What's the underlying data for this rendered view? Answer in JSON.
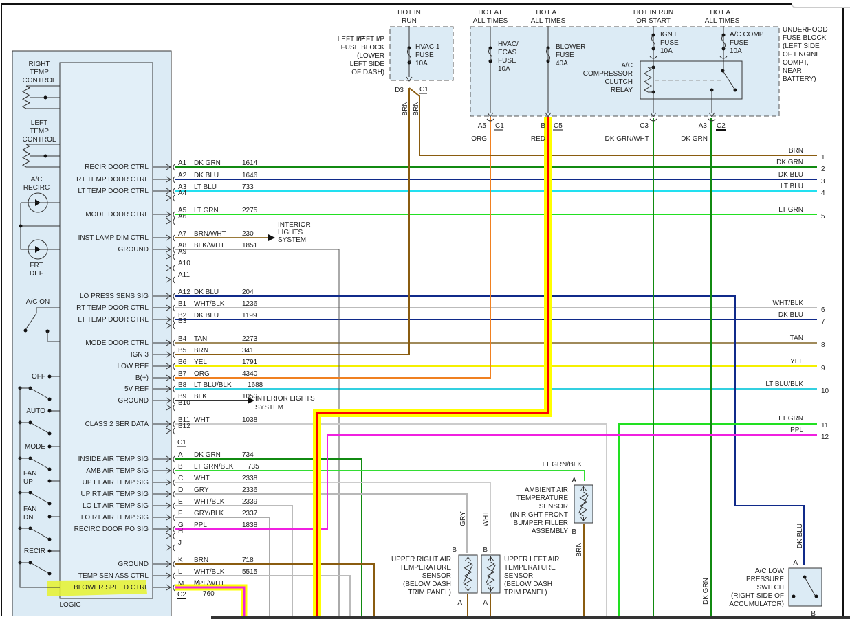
{
  "module": {
    "logic_label": "LOGIC",
    "controls": [
      {
        "id": "right-temp-control",
        "label": [
          "RIGHT",
          "TEMP",
          "CONTROL"
        ]
      },
      {
        "id": "left-temp-control",
        "label": [
          "LEFT",
          "TEMP",
          "CONTROL"
        ]
      },
      {
        "id": "ac-recirc-led",
        "label": [
          "A/C",
          "RECIRC"
        ]
      },
      {
        "id": "frt-def-led",
        "label": [
          "FRT",
          "DEF"
        ]
      },
      {
        "id": "ac-on-switch",
        "label": [
          "A/C ON"
        ]
      }
    ],
    "switch_labels": [
      "OFF",
      "AUTO",
      "MODE",
      "FAN UP",
      "FAN DN",
      "RECIR"
    ],
    "highlight_color": "#e6f23a"
  },
  "connector_a": {
    "pins": [
      {
        "pin": "A1",
        "signal": "RECIR DOOR CTRL",
        "color": "DK GRN",
        "circuit": "1614",
        "hex": "#118a11",
        "end": "2",
        "endlabel": "DK GRN"
      },
      {
        "pin": "A2",
        "signal": "RT TEMP DOOR CTRL",
        "color": "DK BLU",
        "circuit": "1646",
        "hex": "#102a8a",
        "end": "3",
        "endlabel": "DK BLU"
      },
      {
        "pin": "A3",
        "signal": "LT TEMP DOOR CTRL",
        "color": "LT BLU",
        "circuit": "733",
        "hex": "#22e0f0",
        "end": "4",
        "endlabel": "LT BLU"
      },
      {
        "pin": "A4",
        "signal": "",
        "color": "",
        "circuit": ""
      },
      {
        "pin": "A5",
        "signal": "MODE DOOR CTRL",
        "color": "LT GRN",
        "circuit": "2275",
        "hex": "#22e022",
        "end": "5",
        "endlabel": "LT GRN"
      },
      {
        "pin": "A6",
        "signal": "",
        "color": "",
        "circuit": ""
      },
      {
        "pin": "A7",
        "signal": "INST LAMP DIM CTRL",
        "color": "BRN/WHT",
        "circuit": "230",
        "hex": "#9a7a3a",
        "dest": "INTERIOR LIGHTS SYSTEM"
      },
      {
        "pin": "A8",
        "signal": "GROUND",
        "color": "BLK/WHT",
        "circuit": "1851",
        "hex": "#555555"
      },
      {
        "pin": "A9",
        "signal": "",
        "color": "",
        "circuit": ""
      },
      {
        "pin": "A10",
        "signal": "",
        "color": "",
        "circuit": ""
      },
      {
        "pin": "A11",
        "signal": "",
        "color": "",
        "circuit": ""
      },
      {
        "pin": "A12",
        "signal": "LO PRESS SENS SIG",
        "color": "DK BLU",
        "circuit": "204",
        "hex": "#102a8a"
      }
    ]
  },
  "connector_b": {
    "pins": [
      {
        "pin": "B1",
        "signal": "RT TEMP DOOR CTRL",
        "color": "WHT/BLK",
        "circuit": "1236",
        "hex": "#bbbbbb",
        "end": "6",
        "endlabel": "WHT/BLK"
      },
      {
        "pin": "B2",
        "signal": "LT TEMP DOOR CTRL",
        "color": "DK BLU",
        "circuit": "1199",
        "hex": "#102a8a",
        "end": "7",
        "endlabel": "DK BLU"
      },
      {
        "pin": "B3",
        "signal": "",
        "color": "",
        "circuit": ""
      },
      {
        "pin": "B4",
        "signal": "MODE DOOR CTRL",
        "color": "TAN",
        "circuit": "2273",
        "hex": "#a08a5a",
        "end": "8",
        "endlabel": "TAN"
      },
      {
        "pin": "B5",
        "signal": "IGN 3",
        "color": "BRN",
        "circuit": "341",
        "hex": "#8a5c10"
      },
      {
        "pin": "B6",
        "signal": "LOW REF",
        "color": "YEL",
        "circuit": "1791",
        "hex": "#f5f000",
        "end": "9",
        "endlabel": "YEL"
      },
      {
        "pin": "B7",
        "signal": "B(+)",
        "color": "ORG",
        "circuit": "4340",
        "hex": "#f08020"
      },
      {
        "pin": "B8",
        "signal": "5V REF",
        "color": "LT BLU/BLK",
        "circuit": "1688",
        "hex": "#33d0e0",
        "end": "10",
        "endlabel": "LT BLU/BLK"
      },
      {
        "pin": "B9",
        "signal": "GROUND",
        "color": "BLK",
        "circuit": "1050",
        "hex": "#333333",
        "dest": "INTERIOR LIGHTS SYSTEM"
      },
      {
        "pin": "B10",
        "signal": "",
        "color": "",
        "circuit": ""
      },
      {
        "pin": "B11",
        "signal": "CLASS 2 SER DATA",
        "color": "WHT",
        "circuit": "1038",
        "hex": "#cccccc"
      },
      {
        "pin": "B12",
        "signal": "",
        "color": "",
        "circuit": ""
      }
    ]
  },
  "connector_c1": {
    "name": "C1",
    "pins": [
      {
        "pin": "A",
        "signal": "INSIDE AIR TEMP SIG",
        "color": "DK GRN",
        "circuit": "734",
        "hex": "#118a11"
      },
      {
        "pin": "B",
        "signal": "AMB AIR TEMP SIG",
        "color": "LT GRN/BLK",
        "circuit": "735",
        "hex": "#33dd33"
      },
      {
        "pin": "C",
        "signal": "UP LT AIR TEMP SIG",
        "color": "WHT",
        "circuit": "2338",
        "hex": "#cccccc"
      },
      {
        "pin": "D",
        "signal": "UP RT AIR TEMP SIG",
        "color": "GRY",
        "circuit": "2336",
        "hex": "#b0b0b0"
      },
      {
        "pin": "E",
        "signal": "LO LT AIR TEMP SIG",
        "color": "WHT/BLK",
        "circuit": "2339",
        "hex": "#bbbbbb"
      },
      {
        "pin": "F",
        "signal": "LO RT AIR TEMP SIG",
        "color": "GRY/BLK",
        "circuit": "2337",
        "hex": "#aaaaaa"
      },
      {
        "pin": "G",
        "signal": "RECIRC DOOR PO SIG",
        "color": "PPL",
        "circuit": "1838",
        "hex": "#f020e0"
      },
      {
        "pin": "H",
        "signal": "",
        "color": "",
        "circuit": ""
      },
      {
        "pin": "J",
        "signal": "",
        "color": "",
        "circuit": ""
      },
      {
        "pin": "K",
        "signal": "GROUND",
        "color": "BRN",
        "circuit": "718",
        "hex": "#8a5c10"
      },
      {
        "pin": "L",
        "signal": "TEMP SEN ASS CTRL",
        "color": "WHT/BLK",
        "circuit": "5515",
        "hex": "#bbbbbb"
      },
      {
        "pin": "M",
        "signal": "BLOWER SPEED CTRL",
        "color": "PPL/WHT",
        "circuit": "",
        "hex": "#f020e0"
      }
    ],
    "c2_label": "C2",
    "c2_circuit": "760"
  },
  "fuses": {
    "left_ip_block": {
      "label": [
        "LEFT I/P",
        "FUSE BLOCK",
        "(LOWER",
        "LEFT SIDE",
        "OF DASH)"
      ],
      "hot": [
        "HOT IN",
        "RUN"
      ],
      "fuse": [
        "HVAC 1",
        "FUSE",
        "10A"
      ],
      "pin": "D3",
      "conn": "C1",
      "wire": "BRN"
    },
    "underhood_block": {
      "label": [
        "UNDERHOOD",
        "FUSE BLOCK",
        "(LEFT SIDE",
        "OF ENGINE",
        "COMPT,",
        "NEAR",
        "BATTERY)"
      ]
    },
    "hvac_ecas": {
      "hot": [
        "HOT AT",
        "ALL TIMES"
      ],
      "fuse": [
        "HVAC/",
        "ECAS",
        "FUSE",
        "10A"
      ],
      "pin": "A5",
      "conn": "C1",
      "wire": "ORG"
    },
    "blower": {
      "hot": [
        "HOT AT",
        "ALL TIMES"
      ],
      "fuse": [
        "BLOWER",
        "FUSE",
        "40A"
      ],
      "pin": "B",
      "conn": "C5",
      "wire": "RED"
    },
    "ign_e": {
      "hot": [
        "HOT IN RUN",
        "OR START"
      ],
      "fuse": [
        "IGN E",
        "FUSE",
        "10A"
      ],
      "pin": "C3",
      "wire": "DK GRN/WHT"
    },
    "ac_comp": {
      "hot": [
        "HOT AT",
        "ALL TIMES"
      ],
      "fuse": [
        "A/C COMP",
        "FUSE",
        "10A"
      ],
      "pin": "A3",
      "conn": "C2",
      "wire": "DK GRN"
    },
    "relay": {
      "label": [
        "A/C",
        "COMPRESSOR",
        "CLUTCH",
        "RELAY"
      ]
    }
  },
  "harness_ends": [
    {
      "num": "1",
      "label": "BRN",
      "hex": "#8a5c10"
    },
    {
      "num": "11",
      "label": "LT GRN",
      "hex": "#22e022"
    },
    {
      "num": "12",
      "label": "PPL",
      "hex": "#f020e0"
    }
  ],
  "sensors": {
    "ambient": {
      "label": [
        "AMBIENT AIR",
        "TEMPERATURE",
        "SENSOR",
        "(IN RIGHT FRONT",
        "BUMPER FILLER",
        "ASSEMBLY"
      ],
      "wire_in": "LT GRN/BLK",
      "wire_out": "BRN",
      "pinA": "A",
      "pinB": "B"
    },
    "upper_right": {
      "label": [
        "UPPER RIGHT AIR",
        "TEMPERATURE",
        "SENSOR",
        "(BELOW DASH",
        "TRIM PANEL)"
      ],
      "wire": "GRY",
      "pinA": "A",
      "pinB": "B"
    },
    "upper_left": {
      "label": [
        "UPPER LEFT AIR",
        "TEMPERATURE",
        "SENSOR",
        "(BELOW DASH",
        "TRIM PANEL)"
      ],
      "wire": "WHT",
      "pinA": "A",
      "pinB": "B"
    },
    "low_pressure": {
      "label": [
        "A/C LOW",
        "PRESSURE",
        "SWITCH",
        "(RIGHT SIDE OF",
        "ACCUMULATOR)"
      ],
      "wire_in": "DK BLU",
      "pinA": "A",
      "pinB": "B"
    }
  },
  "vertical_labels": {
    "dk_grn": "DK GRN",
    "n": "N"
  },
  "highlight": {
    "outer": "#ffff00",
    "inner": "#ff0000"
  }
}
